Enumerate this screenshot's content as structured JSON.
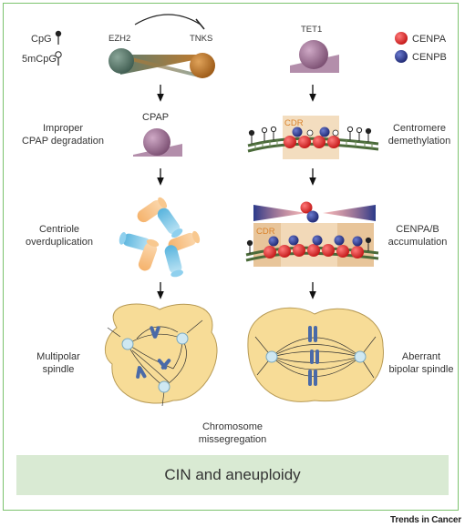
{
  "legend": {
    "cpg": "CpG",
    "mcpg": "5mCpG",
    "cenpa": "CENPA",
    "cenpb": "CENPB"
  },
  "left": {
    "ezh2": "EZH2",
    "tnks": "TNKS",
    "cpap": "CPAP",
    "step1": "Improper\nCPAP degradation",
    "step2": "Centriole\noverduplication",
    "step3": "Multipolar\nspindle"
  },
  "right": {
    "tet1": "TET1",
    "cdr1": "CDR",
    "cdr2": "CDR",
    "step1": "Centromere\ndemethylation",
    "step2": "CENPA/B\naccumulation",
    "step3": "Aberrant\nbipolar spindle"
  },
  "middle": {
    "missegregation": "Chromosome\nmissegregation"
  },
  "outcome": "CIN and aneuploidy",
  "credit": "Trends in Cancer",
  "colors": {
    "frame": "#7cc36e",
    "banner": "#d9ead3",
    "ezh2": "#5e7d6f",
    "tnks": "#c27a2b",
    "cpap": "#a67a9c",
    "tet1": "#a67a9c",
    "cenpa": "#e02b2b",
    "cenpb": "#2b3a8a",
    "cell": "#f7dc97",
    "cdr": "#f2d9b8"
  }
}
